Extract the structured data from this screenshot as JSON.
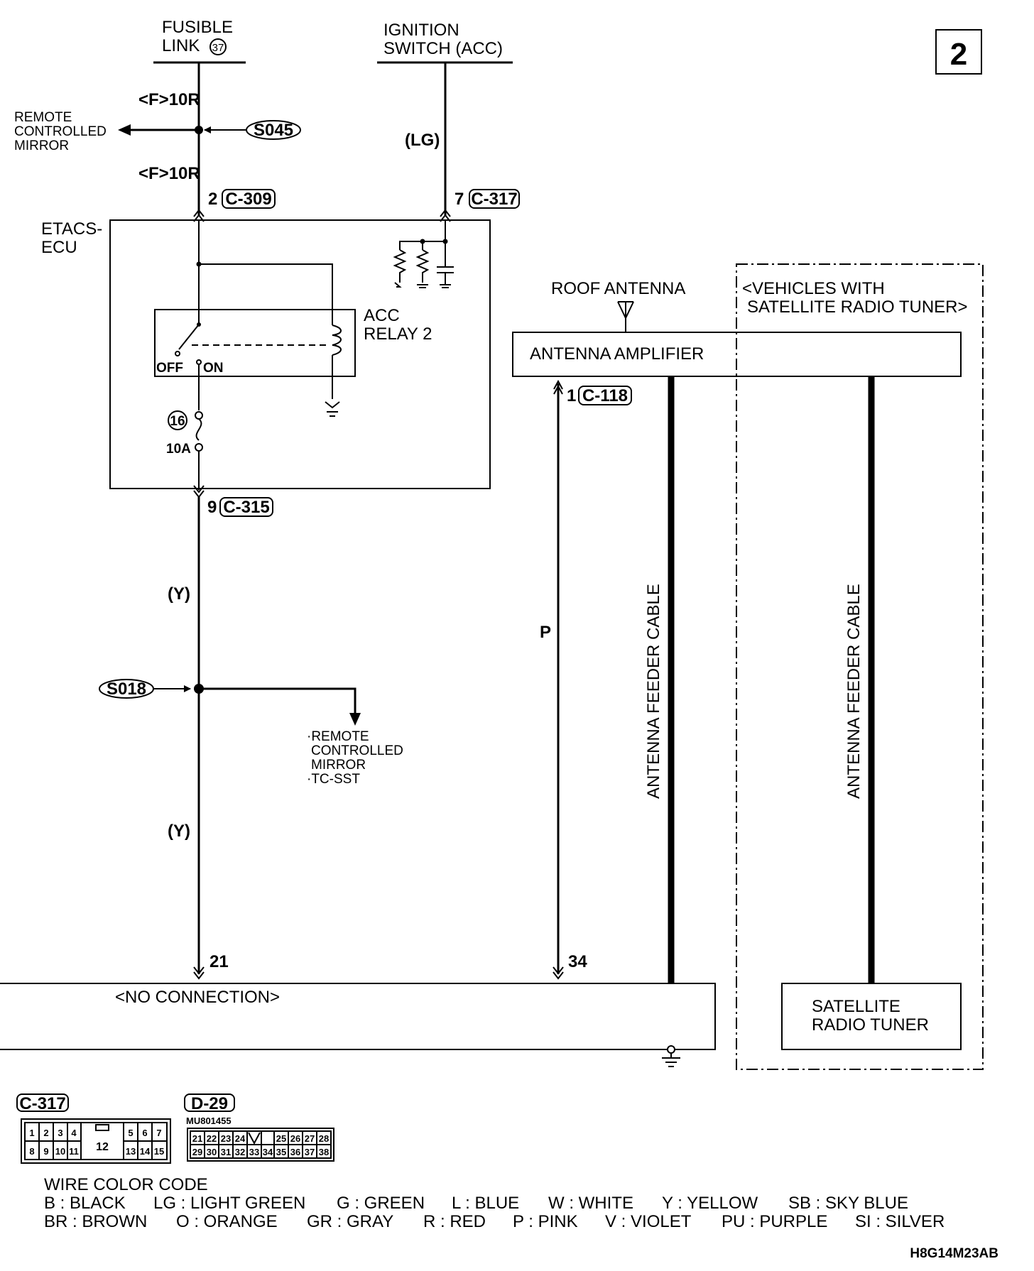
{
  "page_number": "2",
  "sources": {
    "fusible_link_line1": "FUSIBLE",
    "fusible_link_line2": "LINK",
    "fusible_link_number": "37",
    "ignition_line1": "IGNITION",
    "ignition_line2": "SWITCH (ACC)"
  },
  "wire_codes": {
    "f10r_top": "<F>10R",
    "f10r_bottom": "<F>10R",
    "lg": "(LG)",
    "y_upper": "(Y)",
    "y_lower": "(Y)",
    "p": "P"
  },
  "splices": {
    "s045": "S045",
    "s018": "S018"
  },
  "remote_mirror_top": [
    "REMOTE",
    "CONTROLLED",
    "MIRROR"
  ],
  "remote_mirror_bottom": [
    "·REMOTE",
    "CONTROLLED",
    "MIRROR",
    "·TC-SST"
  ],
  "connectors": {
    "c309_pin": "2",
    "c309": "C-309",
    "c317_pin": "7",
    "c317": "C-317",
    "c315_pin": "9",
    "c315": "C-315",
    "c118_pin": "1",
    "c118": "C-118"
  },
  "etacs": {
    "line1": "ETACS-",
    "line2": "ECU"
  },
  "relay": {
    "line1": "ACC",
    "line2": "RELAY 2",
    "off": "OFF",
    "on": "ON"
  },
  "fuse": {
    "number": "16",
    "rating": "10A"
  },
  "antenna": {
    "roof": "ROOF ANTENNA",
    "amplifier": "ANTENNA AMPLIFIER",
    "feeder_cable_1": "ANTENNA FEEDER CABLE",
    "feeder_cable_2": "ANTENNA FEEDER CABLE"
  },
  "satellite": {
    "group_line1": "<VEHICLES WITH",
    "group_line2": "SATELLITE RADIO TUNER>",
    "tuner_line1": "SATELLITE",
    "tuner_line2": "RADIO TUNER"
  },
  "radio": {
    "pin21": "21",
    "pin34": "34",
    "no_connection": "<NO CONNECTION>"
  },
  "connector_views": {
    "c317_label": "C-317",
    "c317_top": [
      "1",
      "2",
      "3",
      "4",
      "5",
      "6",
      "7"
    ],
    "c317_bottom": [
      "8",
      "9",
      "10",
      "11",
      "13",
      "14",
      "15"
    ],
    "c317_center": "12",
    "d29_label": "D-29",
    "d29_part": "MU801455",
    "d29_top": [
      "21",
      "22",
      "23",
      "24",
      "25",
      "26",
      "27",
      "28"
    ],
    "d29_bottom": [
      "29",
      "30",
      "31",
      "32",
      "33",
      "34",
      "35",
      "36",
      "37",
      "38"
    ]
  },
  "wire_color_code": {
    "title": "WIRE COLOR CODE",
    "row1": [
      "B : BLACK",
      "LG : LIGHT GREEN",
      "G : GREEN",
      "L : BLUE",
      "W : WHITE",
      "Y : YELLOW",
      "SB : SKY BLUE"
    ],
    "row2": [
      "BR : BROWN",
      "O : ORANGE",
      "GR : GRAY",
      "R : RED",
      "P : PINK",
      "V : VIOLET",
      "PU : PURPLE",
      "SI : SILVER"
    ]
  },
  "diagram_code": "H8G14M23AB"
}
